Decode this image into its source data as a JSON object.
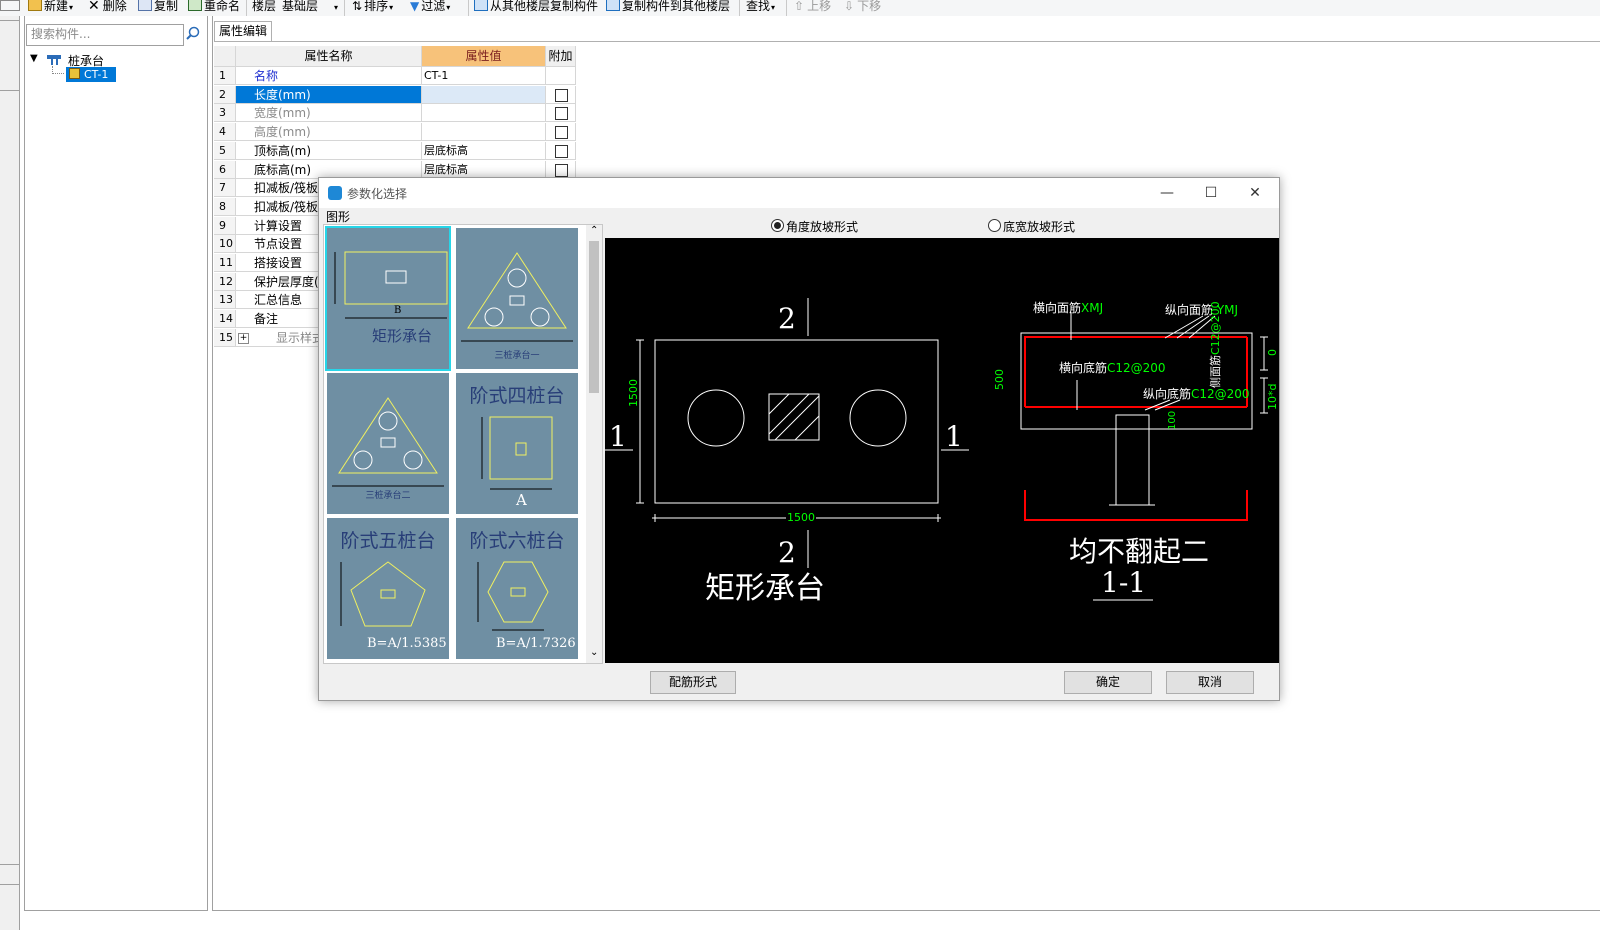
{
  "toolbar": {
    "new": "新建",
    "delete": "删除",
    "copy": "复制",
    "rename": "重命名",
    "floor_label": "楼层",
    "floor_value": "基础层",
    "sort": "排序",
    "filter": "过滤",
    "copy_from_floor": "从其他楼层复制构件",
    "copy_to_floor": "复制构件到其他楼层",
    "find": "查找",
    "move_up": "上移",
    "move_down": "下移"
  },
  "tree": {
    "search_placeholder": "搜索构件...",
    "root": "桩承台",
    "child": "CT-1"
  },
  "editor": {
    "tab": "属性编辑",
    "col_name": "属性名称",
    "col_value": "属性值",
    "col_extra": "附加",
    "rows": [
      {
        "num": "1",
        "name": "名称",
        "value": "CT-1",
        "has_checkbox": false
      },
      {
        "num": "2",
        "name": "长度(mm)",
        "value": "",
        "has_checkbox": true
      },
      {
        "num": "3",
        "name": "宽度(mm)",
        "value": "",
        "has_checkbox": true
      },
      {
        "num": "4",
        "name": "高度(mm)",
        "value": "",
        "has_checkbox": true
      },
      {
        "num": "5",
        "name": "顶标高(m)",
        "value": "层底标高",
        "has_checkbox": true
      },
      {
        "num": "6",
        "name": "底标高(m)",
        "value": "层底标高",
        "has_checkbox": true
      },
      {
        "num": "7",
        "name": "扣减板/筏板",
        "value": "",
        "has_checkbox": false
      },
      {
        "num": "8",
        "name": "扣减板/筏板",
        "value": "",
        "has_checkbox": false
      },
      {
        "num": "9",
        "name": "计算设置",
        "value": "",
        "has_checkbox": false
      },
      {
        "num": "10",
        "name": "节点设置",
        "value": "",
        "has_checkbox": false
      },
      {
        "num": "11",
        "name": "搭接设置",
        "value": "",
        "has_checkbox": false
      },
      {
        "num": "12",
        "name": "保护层厚度(",
        "value": "",
        "has_checkbox": false
      },
      {
        "num": "13",
        "name": "汇总信息",
        "value": "",
        "has_checkbox": false
      },
      {
        "num": "14",
        "name": "备注",
        "value": "",
        "has_checkbox": false
      },
      {
        "num": "15",
        "name": "显示样式",
        "value": "",
        "has_checkbox": false
      }
    ],
    "expand_symbol": "+"
  },
  "dialog": {
    "title": "参数化选择",
    "section_label": "图形",
    "radio_angle": "角度放坡形式",
    "radio_width": "底宽放坡形式",
    "btn_rebar": "配筋形式",
    "btn_ok": "确定",
    "btn_cancel": "取消",
    "shapes": [
      {
        "label": "矩形承台",
        "sub": "B"
      },
      {
        "label": "三桩承台一",
        "sub": ""
      },
      {
        "label": "三桩承台二",
        "sub": ""
      },
      {
        "label": "阶式四桩台",
        "sub": "A"
      },
      {
        "label": "阶式五桩台",
        "sub": "B=A/1.5385"
      },
      {
        "label": "阶式六桩台",
        "sub": "B=A/1.7326"
      }
    ],
    "drawing": {
      "plan_title": "矩形承台",
      "section_title_1": "均不翻起二",
      "section_title_2": "1-1",
      "dim_length": "1500",
      "dim_width": "1500",
      "dim_height": "500",
      "cut_2": "2",
      "cut_1": "1",
      "label_top_x": "横向面筋",
      "value_top_x": "XMJ",
      "label_top_y": "纵向面筋",
      "value_top_y": "YMJ",
      "label_bot_x": "横向底筋",
      "value_bot_x": "C12@200",
      "label_bot_y": "纵向底筋",
      "value_bot_y": "C12@200",
      "label_side": "侧面筋",
      "value_side": "C12@200",
      "dim_zero": "0",
      "dim_10d": "10*d",
      "dim_100": "100"
    }
  },
  "colors": {
    "selection": "#0078d7",
    "cad_bg": "#000000",
    "cad_green": "#00ff00",
    "cad_red": "#ff0000",
    "thumb_bg": "#6f8fa3",
    "thumb_yellow": "#f0f060",
    "thumb_label": "#283e78",
    "header_orange": "#f7c27a",
    "name_blue": "#1f2fd0"
  }
}
